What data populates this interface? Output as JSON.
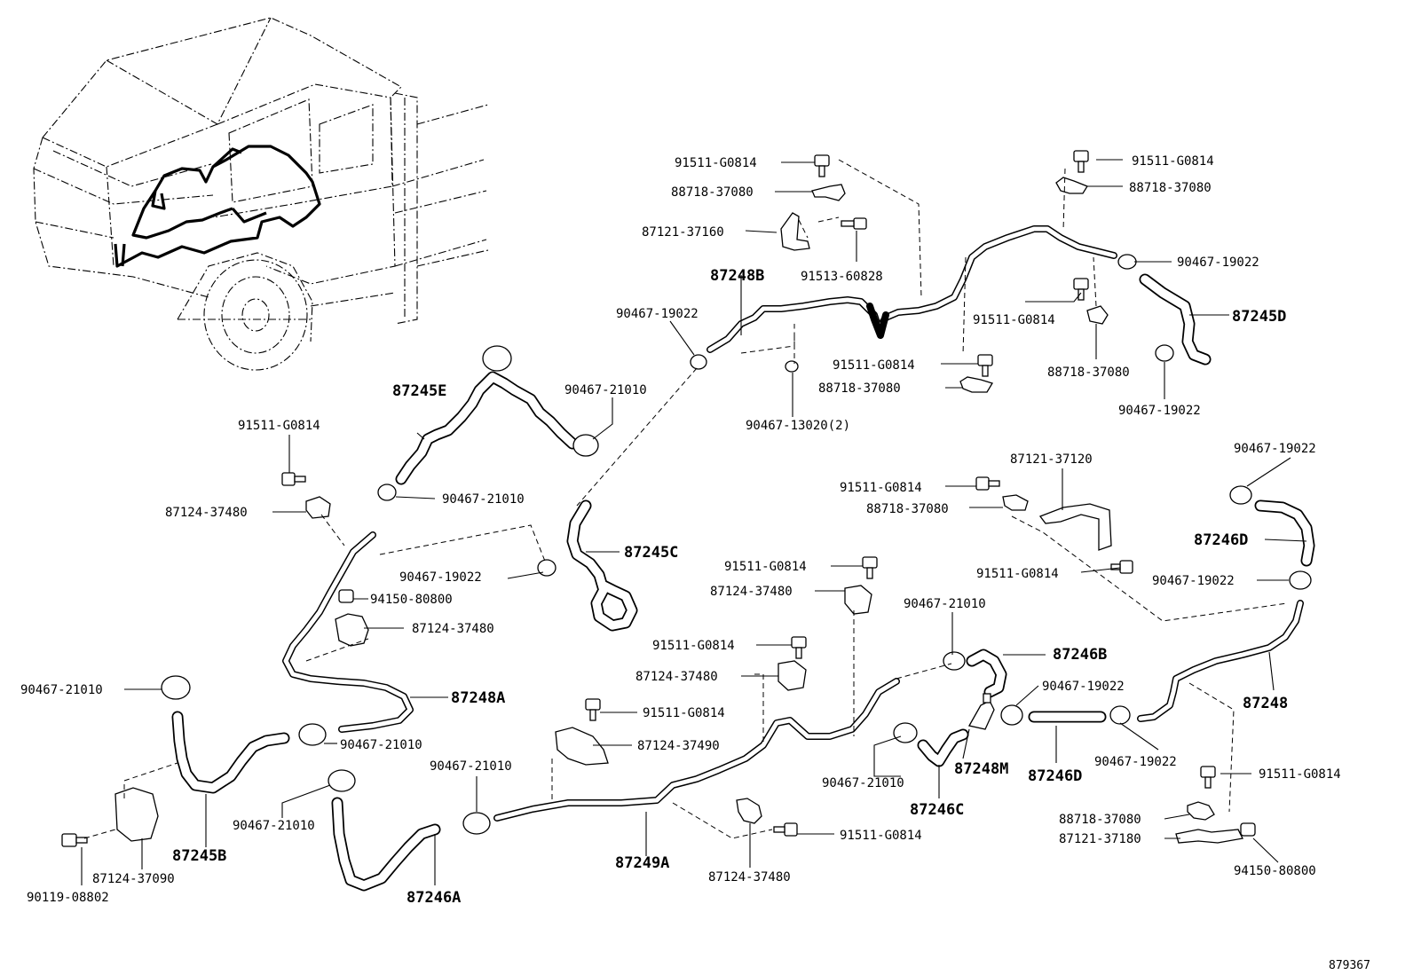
{
  "diagram": {
    "figure_number": "879367",
    "labels": {
      "L01": "91511-G0814",
      "L02": "88718-37080",
      "L03": "87121-37160",
      "L04": "91513-60828",
      "L05": "87248B",
      "L06": "90467-19022",
      "L07": "90467-13020(2)",
      "L08": "91511-G0814",
      "L09": "88718-37080",
      "L10": "91511-G0814",
      "L11": "88718-37080",
      "L12": "90467-19022",
      "L13": "87245D",
      "L14": "91511-G0814",
      "L15": "88718-37080",
      "L16": "90467-19022",
      "L17": "87245E",
      "L18": "90467-21010",
      "L19": "91511-G0814",
      "L20": "87124-37480",
      "L21": "90467-21010",
      "L22": "87245C",
      "L23": "90467-19022",
      "L24": "94150-80800",
      "L25": "87124-37480",
      "L26": "90467-21010",
      "L27": "87248A",
      "L28": "90467-21010",
      "L29": "87121-37120",
      "L30": "91511-G0814",
      "L31": "88718-37080",
      "L32": "91511-G0814",
      "L33": "90467-19022",
      "L34": "87246D",
      "L35": "90467-19022",
      "L36": "91511-G0814",
      "L37": "87124-37480",
      "L38": "90467-21010",
      "L39": "87246B",
      "L40": "91511-G0814",
      "L41": "87124-37480",
      "L42": "91511-G0814",
      "L43": "87124-37490",
      "L44": "90467-19022",
      "L45": "87248",
      "L46": "90467-21010",
      "L47": "90467-21010",
      "L48": "87248M",
      "L49": "87246D",
      "L50": "87246C",
      "L51": "90467-19022",
      "L52": "91511-G0814",
      "L53": "88718-37080",
      "L54": "87121-37180",
      "L55": "94150-80800",
      "L56": "87245B",
      "L57": "87124-37090",
      "L58": "90119-08802",
      "L59": "90467-21010",
      "L60": "87246A",
      "L61": "87249A",
      "L62": "91511-G0814",
      "L63": "87124-37480"
    }
  }
}
